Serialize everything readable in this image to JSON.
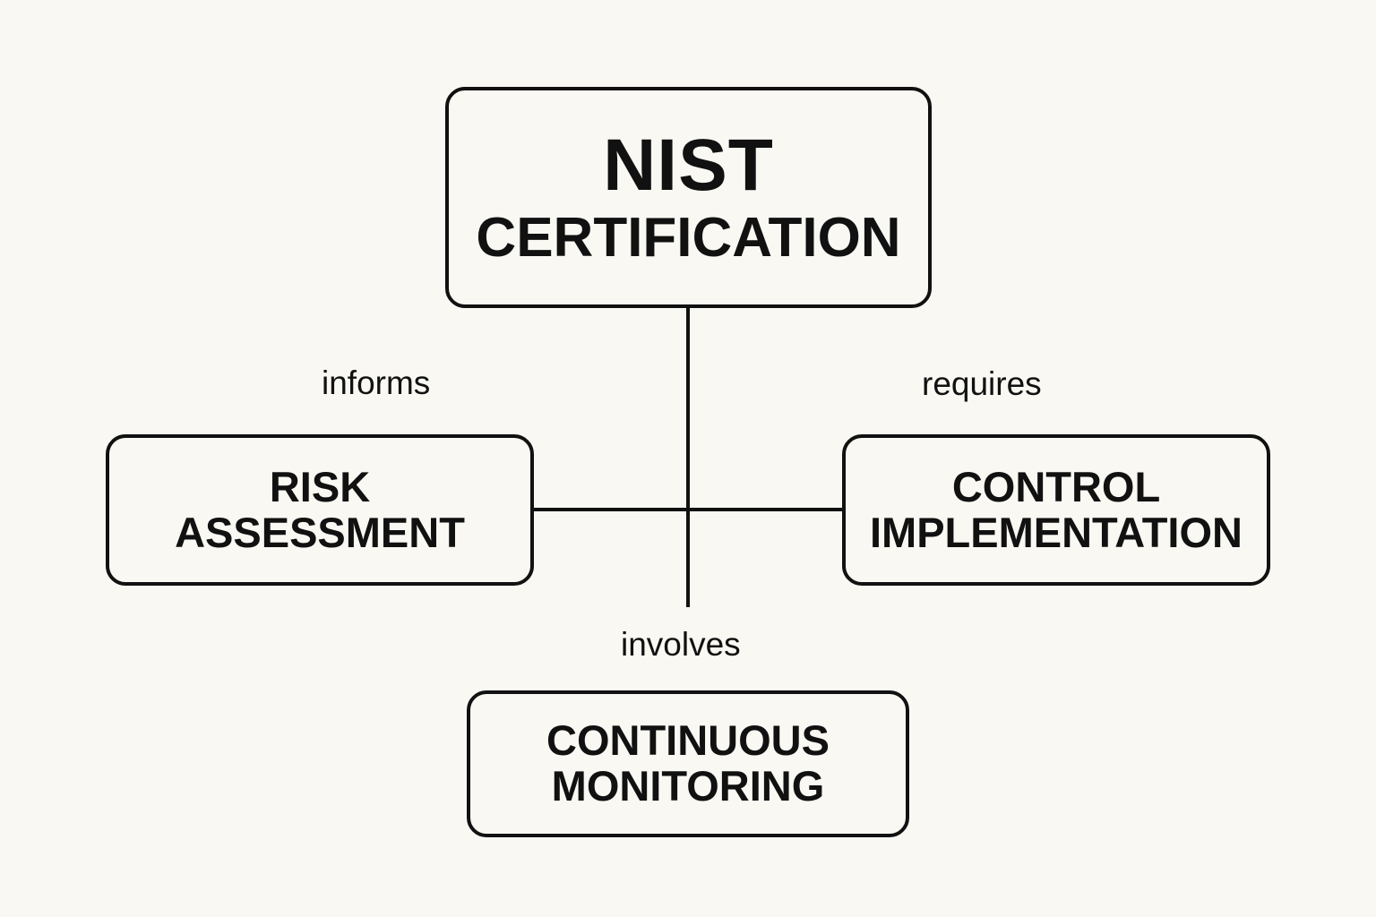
{
  "diagram": {
    "root": {
      "line1": "NIST",
      "line2": "CERTIFICATION"
    },
    "nodes": {
      "risk": {
        "line1": "RISK",
        "line2": "ASSESSMENT"
      },
      "control": {
        "line1": "CONTROL",
        "line2": "IMPLEMENTATION"
      },
      "monitoring": {
        "line1": "CONTINUOUS",
        "line2": "MONITORING"
      }
    },
    "relations": {
      "informs": "informs",
      "requires": "requires",
      "involves": "involves"
    }
  },
  "colors": {
    "background": "#f9f8f3",
    "stroke": "#111111",
    "text": "#111111"
  }
}
